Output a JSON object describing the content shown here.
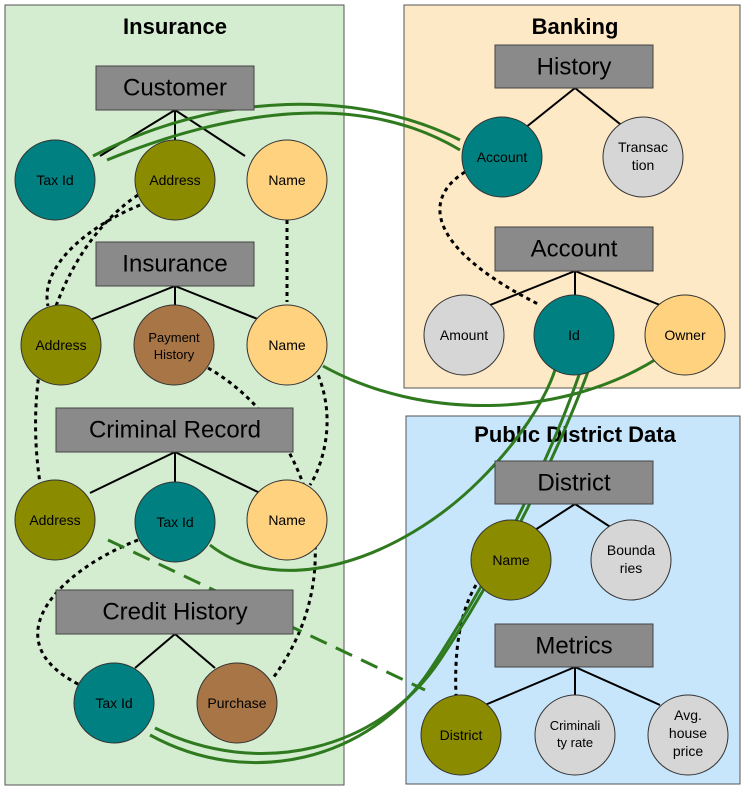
{
  "colors": {
    "insurance_panel": "#d4ecd0",
    "banking_panel": "#fde9c6",
    "public_panel": "#c7e6fb",
    "teal": "#008080",
    "olive": "#8b8b00",
    "light_orange": "#ffd27f",
    "brown": "#a87646",
    "gray_attr": "#d6d6d6",
    "entity": "#8a8a8a",
    "link_green": "#2f7a1f"
  },
  "panels": {
    "insurance": {
      "title": "Insurance"
    },
    "banking": {
      "title": "Banking"
    },
    "public": {
      "title": "Public District Data"
    }
  },
  "entities": {
    "customer": "Customer",
    "insurance": "Insurance",
    "criminal_record": "Criminal Record",
    "credit_history": "Credit History",
    "history": "History",
    "account": "Account",
    "district": "District",
    "metrics": "Metrics"
  },
  "attributes": {
    "customer_taxid": [
      "Tax Id"
    ],
    "customer_address": [
      "Address"
    ],
    "customer_name": [
      "Name"
    ],
    "insurance_address": [
      "Address"
    ],
    "insurance_payment": [
      "Payment",
      "History"
    ],
    "insurance_name": [
      "Name"
    ],
    "criminal_address": [
      "Address"
    ],
    "criminal_taxid": [
      "Tax Id"
    ],
    "criminal_name": [
      "Name"
    ],
    "credit_taxid": [
      "Tax Id"
    ],
    "credit_purchase": [
      "Purchase"
    ],
    "history_account": [
      "Account"
    ],
    "history_transaction": [
      "Transac",
      "tion"
    ],
    "account_amount": [
      "Amount"
    ],
    "account_id": [
      "Id"
    ],
    "account_owner": [
      "Owner"
    ],
    "district_name": [
      "Name"
    ],
    "district_boundaries": [
      "Bounda",
      "ries"
    ],
    "metrics_district": [
      "District"
    ],
    "metrics_criminality": [
      "Criminali",
      "ty rate"
    ],
    "metrics_avg_price": [
      "Avg.",
      "house",
      "price"
    ]
  }
}
